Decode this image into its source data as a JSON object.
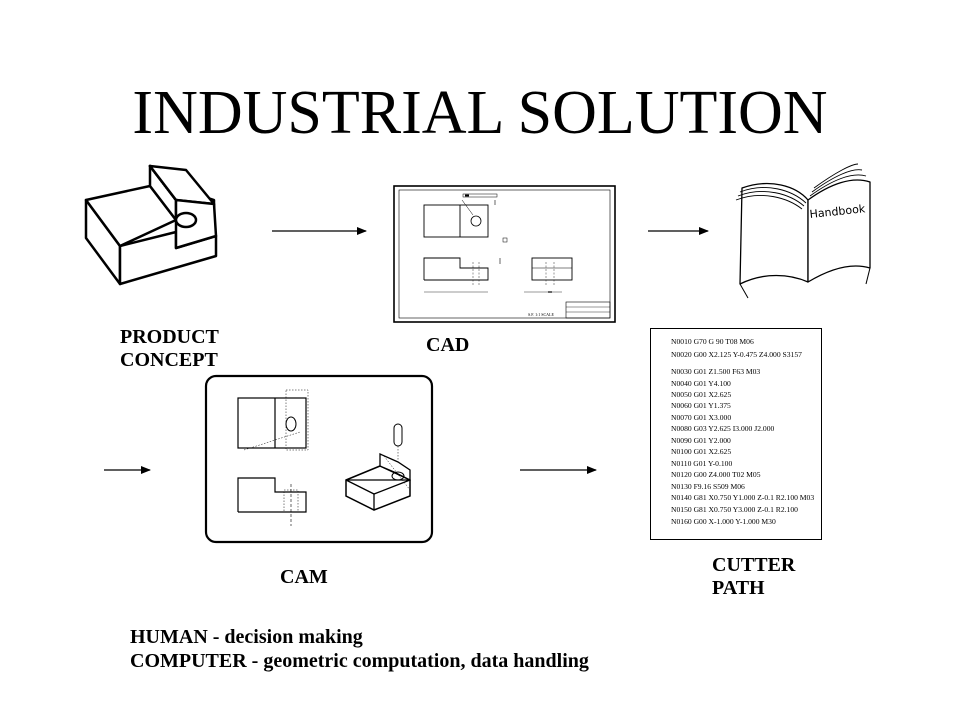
{
  "title": "INDUSTRIAL SOLUTION",
  "labels": {
    "product_concept": "PRODUCT\nCONCEPT",
    "cad": "CAD",
    "cam": "CAM",
    "cutter_path": "CUTTER\nPATH"
  },
  "handbook_text": "Handbook",
  "cad_sheet": {
    "scale_note": "S.F. 1:1 SCALE"
  },
  "gcode": [
    "N0010 G70 G 90 T08 M06",
    "N0020 G00 X2.125 Y-0.475 Z4.000 S3157",
    "N0030 G01 Z1.500 F63 M03",
    "N0040 G01 Y4.100",
    "N0050 G01 X2.625",
    "N0060 G01 Y1.375",
    "N0070 G01 X3.000",
    "N0080 G03 Y2.625 I3.000 J2.000",
    "N0090 G01 Y2.000",
    "N0100 G01 X2.625",
    "N0110 G01 Y-0.100",
    "N0120 G00 Z4.000 T02 M05",
    "N0130 F9.16 S509 M06",
    "N0140 G81 X0.750 Y1.000 Z-0.1 R2.100 M03",
    "N0150 G81 X0.750 Y3.000 Z-0.1 R2.100",
    "N0160 G00 X-1.000 Y-1.000 M30"
  ],
  "captions": {
    "human": "HUMAN - decision making",
    "computer": "COMPUTER - geometric computation, data handling"
  }
}
